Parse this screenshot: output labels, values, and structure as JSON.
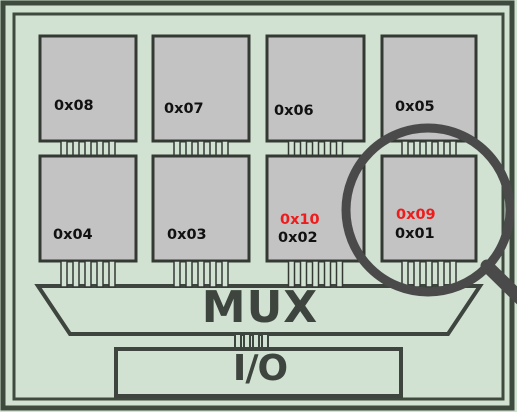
{
  "colors": {
    "board_background": "#d2e2d2",
    "board_border": "#3f4a3f",
    "chip_fill": "#c3c3c3",
    "chip_border": "#343934",
    "highlight_text": "#ee1c1c",
    "magnifier_ring": "#4a4a4a"
  },
  "chips": [
    {
      "id": "0x08"
    },
    {
      "id": "0x07"
    },
    {
      "id": "0x06"
    },
    {
      "id": "0x05"
    },
    {
      "id": "0x04"
    },
    {
      "id": "0x03"
    },
    {
      "id": "0x02",
      "alt_id": "0x10"
    },
    {
      "id": "0x01",
      "alt_id": "0x09"
    }
  ],
  "mux": {
    "label": "MUX"
  },
  "io": {
    "label": "I/O"
  },
  "magnifier": {
    "icon": "magnifier-icon",
    "target": "0x01"
  }
}
